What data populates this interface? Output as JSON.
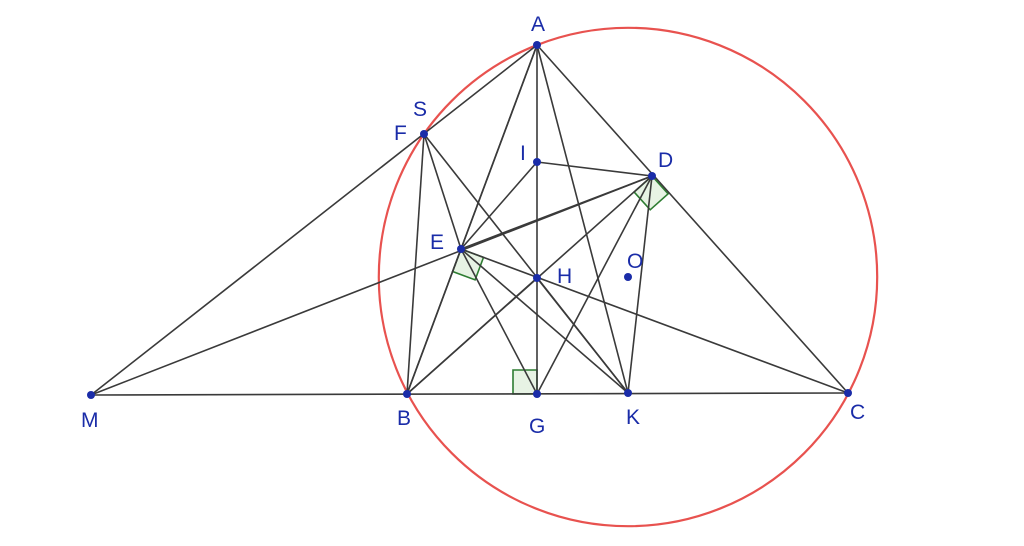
{
  "points": [
    {
      "id": "A",
      "label": "A"
    },
    {
      "id": "B",
      "label": "B"
    },
    {
      "id": "C",
      "label": "C"
    },
    {
      "id": "M",
      "label": "M"
    },
    {
      "id": "G",
      "label": "G"
    },
    {
      "id": "K",
      "label": "K"
    },
    {
      "id": "F",
      "label": "F"
    },
    {
      "id": "S",
      "label": "S"
    },
    {
      "id": "I",
      "label": "I"
    },
    {
      "id": "D",
      "label": "D"
    },
    {
      "id": "E",
      "label": "E"
    },
    {
      "id": "H",
      "label": "H"
    },
    {
      "id": "O",
      "label": "O"
    }
  ],
  "segments": [
    [
      "M",
      "C"
    ],
    [
      "M",
      "A"
    ],
    [
      "M",
      "D"
    ],
    [
      "A",
      "B"
    ],
    [
      "A",
      "C"
    ],
    [
      "A",
      "G"
    ],
    [
      "A",
      "E"
    ],
    [
      "A",
      "K"
    ],
    [
      "F",
      "B"
    ],
    [
      "F",
      "E"
    ],
    [
      "F",
      "K"
    ],
    [
      "I",
      "D"
    ],
    [
      "I",
      "E"
    ],
    [
      "D",
      "E"
    ],
    [
      "D",
      "B"
    ],
    [
      "D",
      "G"
    ],
    [
      "D",
      "K"
    ],
    [
      "E",
      "G"
    ],
    [
      "E",
      "K"
    ],
    [
      "E",
      "C"
    ],
    [
      "E",
      "B"
    ],
    [
      "H",
      "B"
    ],
    [
      "H",
      "K"
    ]
  ],
  "circle": {
    "center": "O",
    "through": "A",
    "color": "#e8524f"
  },
  "right_angle_marks": [
    "G",
    "E",
    "D"
  ],
  "colors": {
    "segment": "#3a3a3a",
    "point": "#1a2ca8",
    "label": "#1a2ca8",
    "right_angle": "#2e7d32"
  }
}
